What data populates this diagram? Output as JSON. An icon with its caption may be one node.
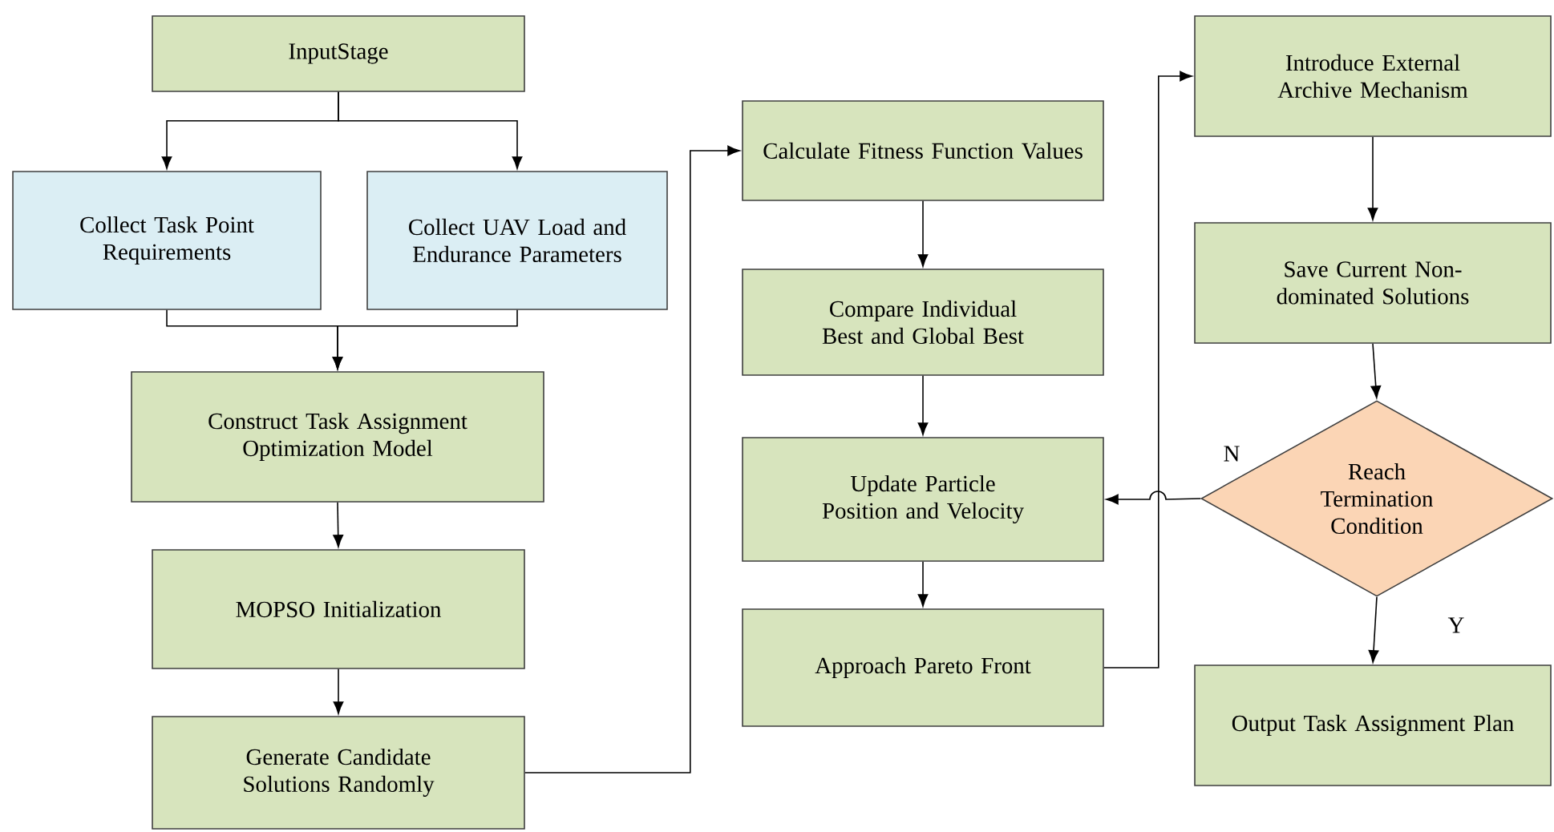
{
  "diagram": {
    "nodes": [
      {
        "text": [
          "InputStage"
        ]
      },
      {
        "text": [
          "Collect Task Point Requirements"
        ]
      },
      {
        "text": [
          "Collect UAV Load and Endurance Parameters"
        ]
      },
      {
        "text": [
          "Construct Task Assignment Optimization Model"
        ]
      },
      {
        "text": [
          "MOPSO Initialization"
        ]
      },
      {
        "text": [
          "Generate Candidate Solutions Randomly"
        ]
      },
      {
        "text": [
          "Calculate Fitness Function Values"
        ]
      },
      {
        "text": [
          "Compare Individual Best and Global Best"
        ]
      },
      {
        "text": [
          "Update Particle Position and Velocity"
        ]
      },
      {
        "text": [
          "Approach Pareto Front"
        ]
      },
      {
        "text": [
          "Introduce External Archive Mechanism"
        ]
      },
      {
        "text": [
          "Save Current Non-dominated Solutions"
        ]
      },
      {
        "text": [
          "Reach Termination Condition"
        ]
      },
      {
        "text": [
          "Output Task Assignment Plan"
        ]
      }
    ],
    "edges": [
      {
        "from": 0,
        "to": 1,
        "arrow": "to"
      },
      {
        "from": 0,
        "to": 2,
        "arrow": "to"
      },
      {
        "from": 1,
        "to": 3,
        "arrow": "to"
      },
      {
        "from": 2,
        "to": 3,
        "arrow": "to"
      },
      {
        "from": 3,
        "to": 4,
        "arrow": "to"
      },
      {
        "from": 4,
        "to": 5,
        "arrow": "to"
      },
      {
        "from": 5,
        "to": 6,
        "arrow": "to"
      },
      {
        "from": 6,
        "to": 7,
        "arrow": "to"
      },
      {
        "from": 7,
        "to": 8,
        "arrow": "to"
      },
      {
        "from": 8,
        "to": 9,
        "arrow": "to"
      },
      {
        "from": 9,
        "to": 10,
        "arrow": "to"
      },
      {
        "from": 10,
        "to": 11,
        "arrow": "to"
      },
      {
        "from": 11,
        "to": 12,
        "arrow": "to"
      },
      {
        "from": 12,
        "to": 8,
        "arrow": "to",
        "label": "N"
      },
      {
        "from": 12,
        "to": 13,
        "arrow": "to",
        "label": "Y"
      }
    ]
  }
}
